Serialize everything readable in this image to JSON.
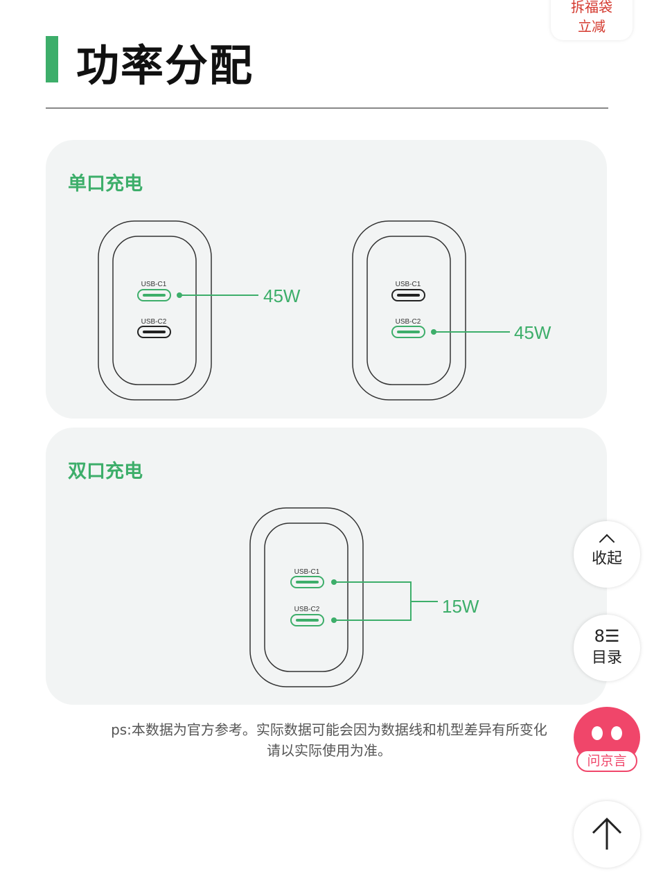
{
  "title": "功率分配",
  "promo": {
    "line1": "拆福袋",
    "line2": "立减"
  },
  "sections": [
    {
      "label": "单口充电",
      "chargers": [
        {
          "ports": [
            "USB-C1",
            "USB-C2"
          ],
          "active": [
            true,
            false
          ],
          "power": "45W"
        },
        {
          "ports": [
            "USB-C1",
            "USB-C2"
          ],
          "active": [
            false,
            true
          ],
          "power": "45W"
        }
      ]
    },
    {
      "label": "双口充电",
      "chargers": [
        {
          "ports": [
            "USB-C1",
            "USB-C2"
          ],
          "active": [
            true,
            true
          ],
          "power": "15W"
        }
      ]
    }
  ],
  "note": {
    "line1": "ps:本数据为官方参考。实际数据可能会因为数据线和机型差异有所变化",
    "line2": "请以实际使用为准。"
  },
  "fabs": {
    "collapse": "收起",
    "toc": "目录",
    "assistant": "问京言"
  },
  "colors": {
    "accent": "#3dae6a",
    "promo": "#d43a2f",
    "assistant": "#f0466a"
  }
}
